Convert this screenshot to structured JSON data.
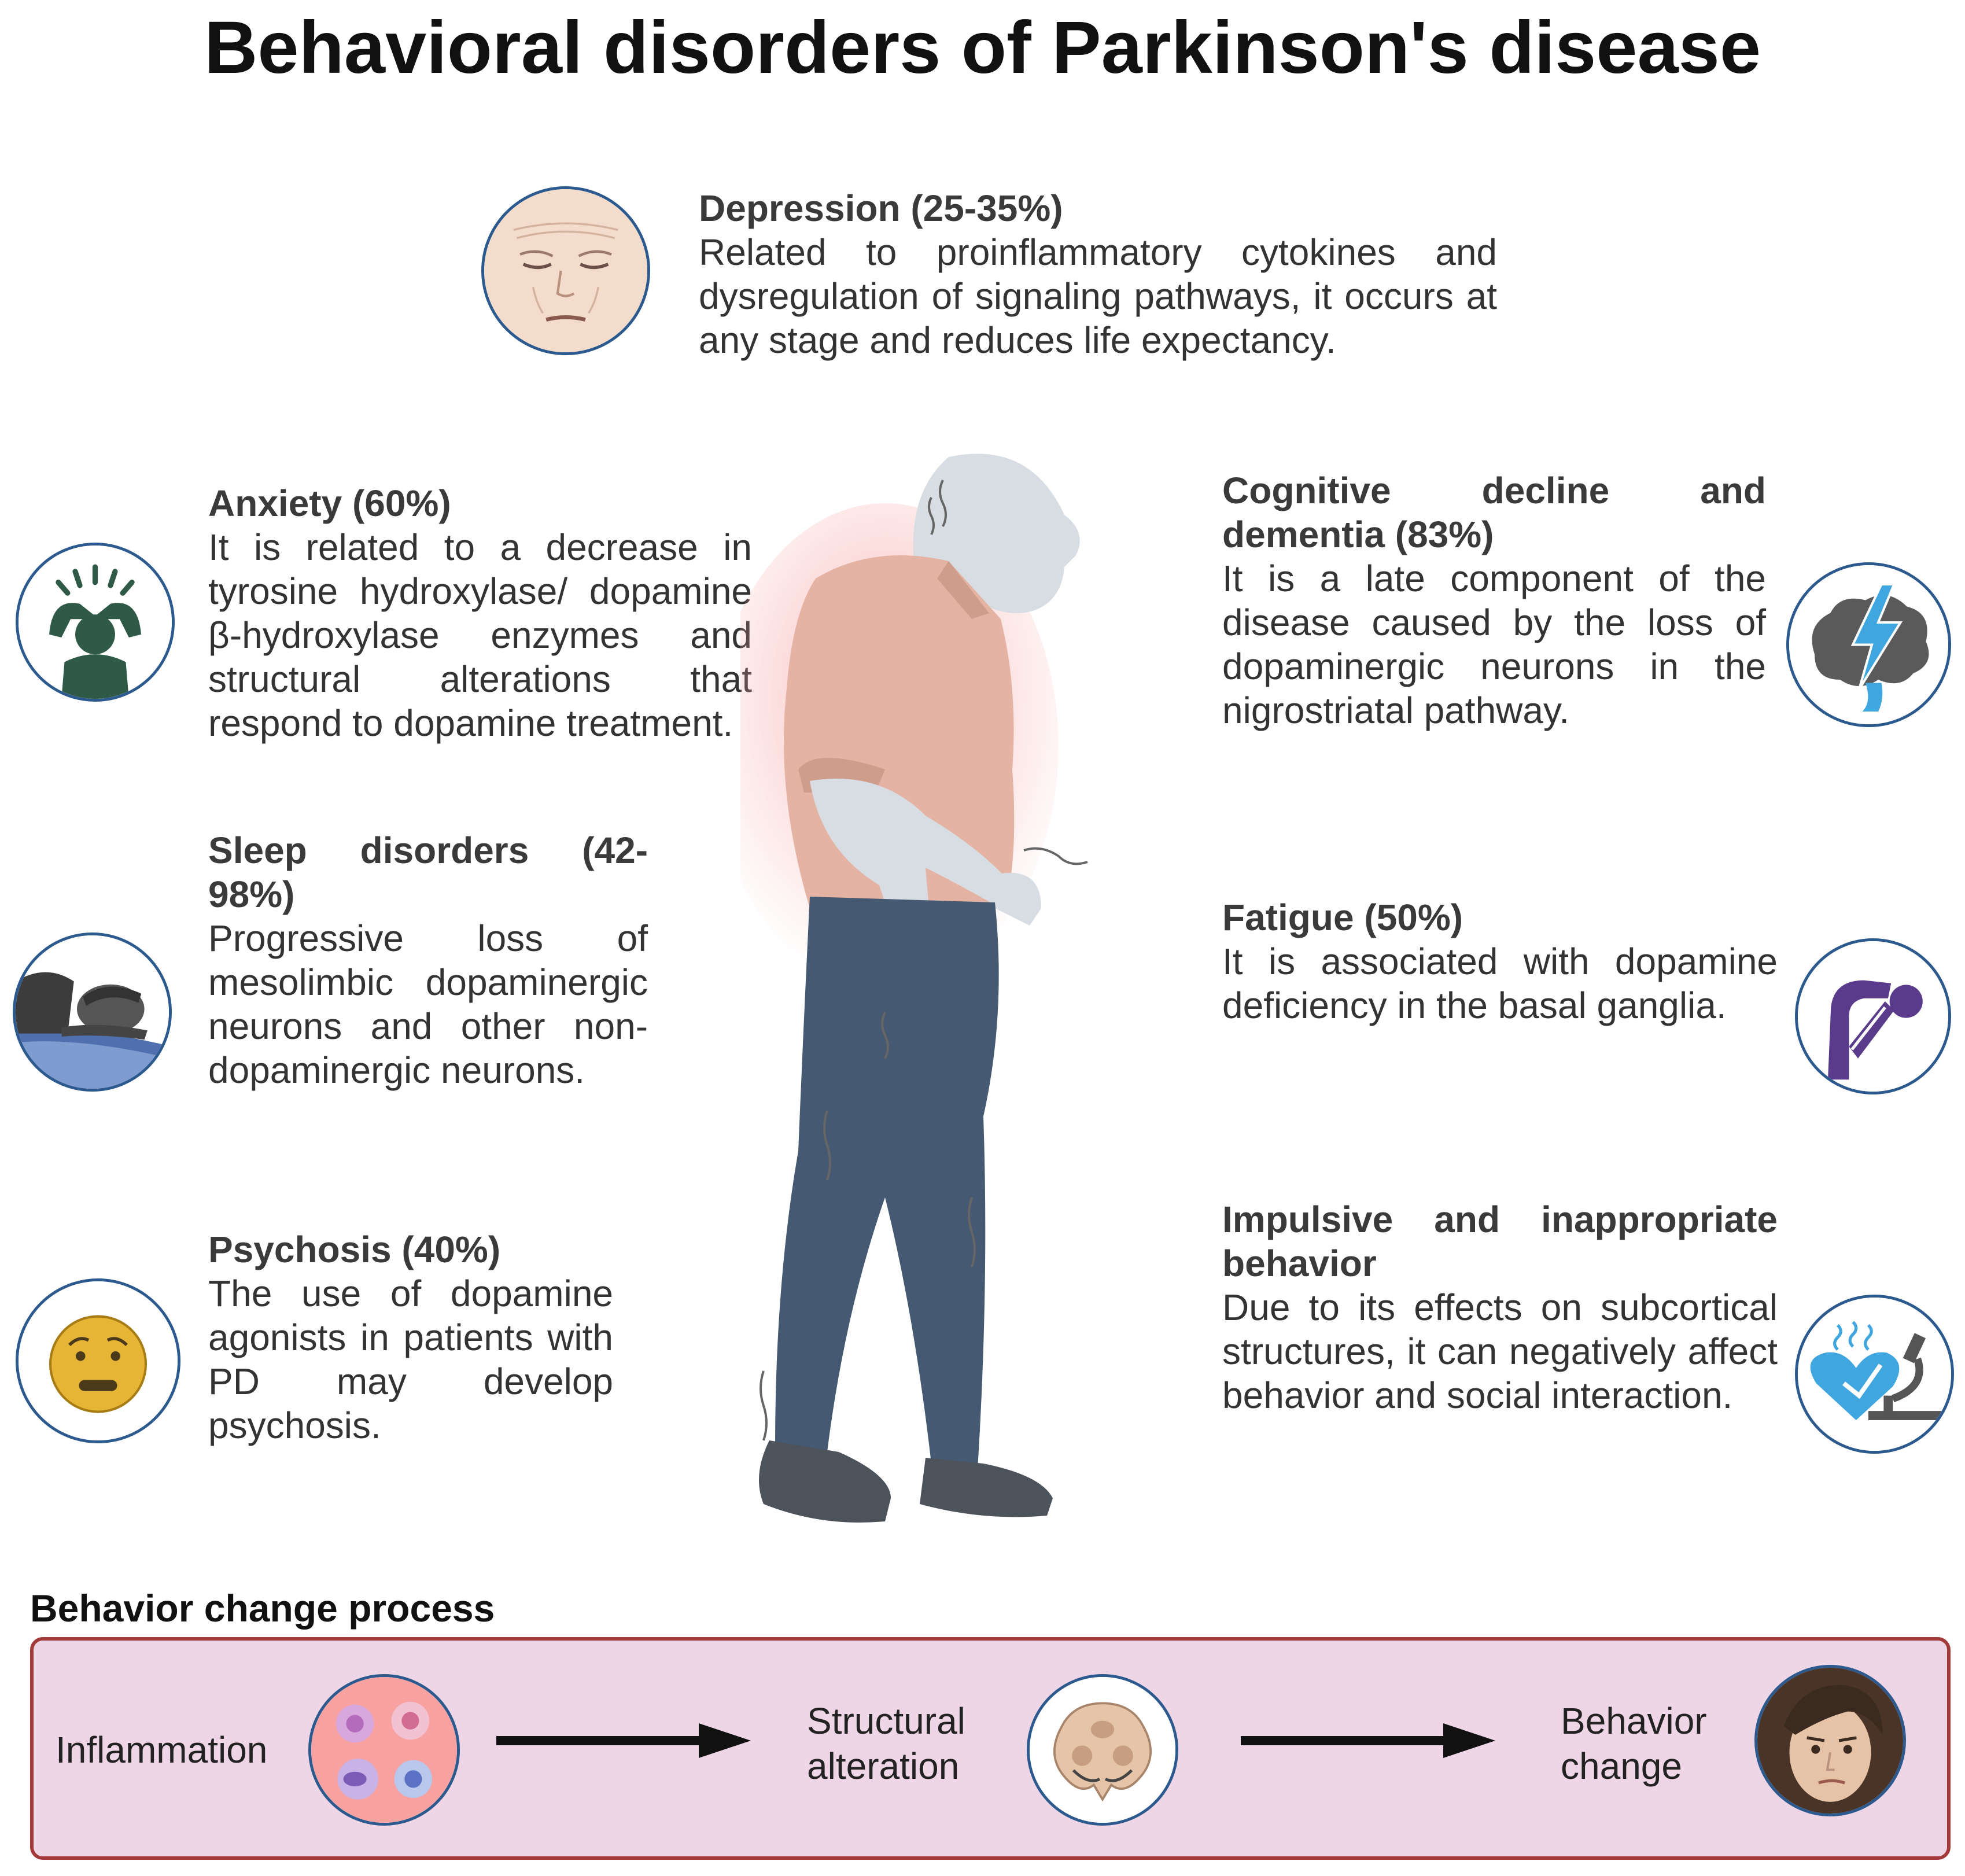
{
  "title": "Behavioral disorders of Parkinson's disease",
  "disorders": {
    "depression": {
      "heading": "Depression (25-35%)",
      "text": "Related to proinflammatory cytokines and dysregulation of signaling pathways, it occurs at any stage and reduces life expectancy.",
      "icon": "sad-elderly-face-icon"
    },
    "anxiety": {
      "heading": "Anxiety  (60%)",
      "text": "It is related to a decrease in tyrosine hydroxylase/ dopamine β-hydroxylase enzymes and structural alterations that respond to dopamine treatment.",
      "icon": "stressed-person-icon"
    },
    "sleep": {
      "heading": "Sleep disorders (42-98%)",
      "text": "Progressive loss of mesolimbic dopaminergic neurons and other non-dopaminergic neurons.",
      "icon": "sleeping-person-icon"
    },
    "psychosis": {
      "heading": "Psychosis (40%)",
      "text": "The use of dopamine agonists in patients with PD may develop psychosis.",
      "icon": "worried-emoji-icon"
    },
    "cognitive": {
      "heading": "Cognitive decline and dementia (83%)",
      "text": "It is a late component of the disease caused by the loss of dopaminergic neurons in the nigrostriatal pathway.",
      "icon": "brain-lightning-icon"
    },
    "fatigue": {
      "heading": "Fatigue (50%)",
      "text": "It is associated with dopamine deficiency in the basal ganglia.",
      "icon": "fatigued-figure-icon"
    },
    "impulsive": {
      "heading": "Impulsive and inappropriate behavior",
      "text": "Due to its effects on subcortical structures, it can negatively affect behavior and social interaction.",
      "icon": "heart-microscope-icon"
    }
  },
  "process": {
    "title": "Behavior change process",
    "steps": [
      {
        "label": "Inflammation",
        "icon": "inflammatory-cells-icon"
      },
      {
        "label": "Structural alteration",
        "icon": "brain-section-icon"
      },
      {
        "label": "Behavior change",
        "icon": "person-face-icon"
      }
    ]
  },
  "colors": {
    "icon_border": "#2c5a8f",
    "process_box_fill": "#efd6e6",
    "process_box_border": "#a23a3a",
    "shirt": "#e4b3a3",
    "trousers": "#455a72"
  }
}
